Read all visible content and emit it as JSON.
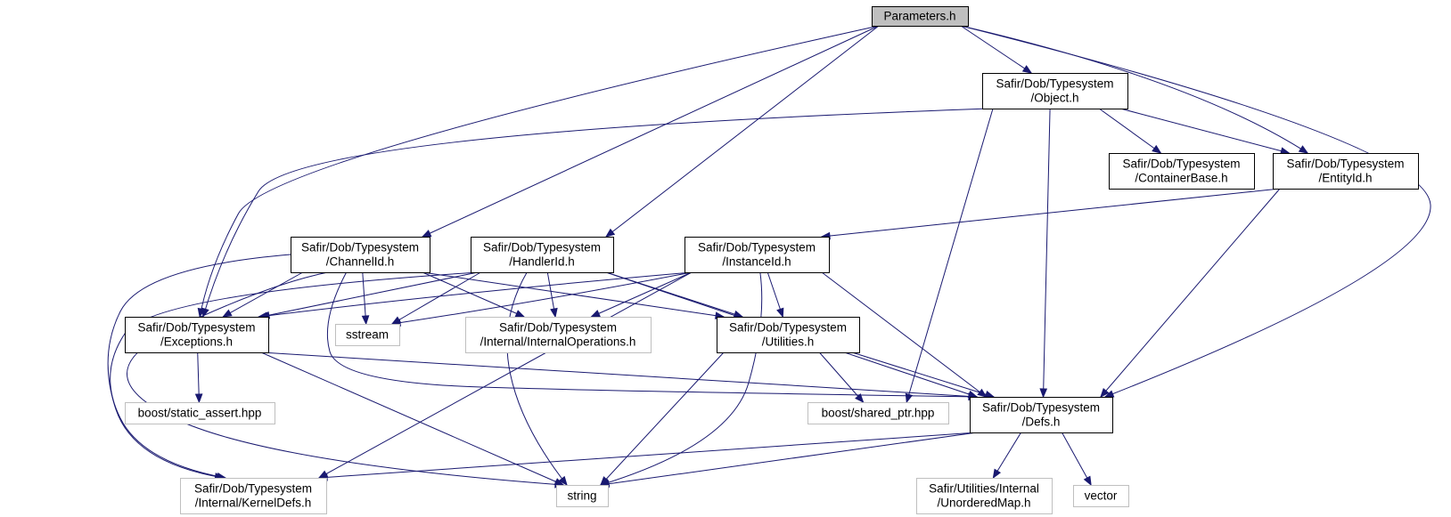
{
  "diagram": {
    "title": "Parameters.h",
    "nodes": [
      {
        "id": "parameters",
        "lines": [
          "Parameters.h"
        ],
        "kind": "root"
      },
      {
        "id": "object",
        "lines": [
          "Safir/Dob/Typesystem",
          "/Object.h"
        ],
        "kind": "local"
      },
      {
        "id": "containerbase",
        "lines": [
          "Safir/Dob/Typesystem",
          "/ContainerBase.h"
        ],
        "kind": "local"
      },
      {
        "id": "entityid",
        "lines": [
          "Safir/Dob/Typesystem",
          "/EntityId.h"
        ],
        "kind": "local"
      },
      {
        "id": "channelid",
        "lines": [
          "Safir/Dob/Typesystem",
          "/ChannelId.h"
        ],
        "kind": "local"
      },
      {
        "id": "handlerid",
        "lines": [
          "Safir/Dob/Typesystem",
          "/HandlerId.h"
        ],
        "kind": "local"
      },
      {
        "id": "instanceid",
        "lines": [
          "Safir/Dob/Typesystem",
          "/InstanceId.h"
        ],
        "kind": "local"
      },
      {
        "id": "exceptions",
        "lines": [
          "Safir/Dob/Typesystem",
          "/Exceptions.h"
        ],
        "kind": "local"
      },
      {
        "id": "sstream",
        "lines": [
          "sstream"
        ],
        "kind": "external"
      },
      {
        "id": "internalops",
        "lines": [
          "Safir/Dob/Typesystem",
          "/Internal/InternalOperations.h"
        ],
        "kind": "external"
      },
      {
        "id": "utilities",
        "lines": [
          "Safir/Dob/Typesystem",
          "/Utilities.h"
        ],
        "kind": "local"
      },
      {
        "id": "static_assert",
        "lines": [
          "boost/static_assert.hpp"
        ],
        "kind": "external"
      },
      {
        "id": "shared_ptr",
        "lines": [
          "boost/shared_ptr.hpp"
        ],
        "kind": "external"
      },
      {
        "id": "defs",
        "lines": [
          "Safir/Dob/Typesystem",
          "/Defs.h"
        ],
        "kind": "local"
      },
      {
        "id": "kerneldefs",
        "lines": [
          "Safir/Dob/Typesystem",
          "/Internal/KernelDefs.h"
        ],
        "kind": "external"
      },
      {
        "id": "string",
        "lines": [
          "string"
        ],
        "kind": "external"
      },
      {
        "id": "unorderedmap",
        "lines": [
          "Safir/Utilities/Internal",
          "/UnorderedMap.h"
        ],
        "kind": "external"
      },
      {
        "id": "vector",
        "lines": [
          "vector"
        ],
        "kind": "external"
      }
    ],
    "edges": [
      [
        "parameters",
        "object"
      ],
      [
        "parameters",
        "entityid"
      ],
      [
        "parameters",
        "channelid"
      ],
      [
        "parameters",
        "handlerid"
      ],
      [
        "parameters",
        "exceptions"
      ],
      [
        "parameters",
        "defs"
      ],
      [
        "object",
        "containerbase"
      ],
      [
        "object",
        "entityid"
      ],
      [
        "object",
        "exceptions"
      ],
      [
        "object",
        "shared_ptr"
      ],
      [
        "object",
        "defs"
      ],
      [
        "entityid",
        "instanceid"
      ],
      [
        "entityid",
        "defs"
      ],
      [
        "channelid",
        "exceptions"
      ],
      [
        "channelid",
        "sstream"
      ],
      [
        "channelid",
        "internalops"
      ],
      [
        "channelid",
        "utilities"
      ],
      [
        "channelid",
        "defs"
      ],
      [
        "channelid",
        "kerneldefs"
      ],
      [
        "channelid",
        "string"
      ],
      [
        "handlerid",
        "exceptions"
      ],
      [
        "handlerid",
        "sstream"
      ],
      [
        "handlerid",
        "internalops"
      ],
      [
        "handlerid",
        "utilities"
      ],
      [
        "handlerid",
        "defs"
      ],
      [
        "handlerid",
        "kerneldefs"
      ],
      [
        "handlerid",
        "string"
      ],
      [
        "instanceid",
        "exceptions"
      ],
      [
        "instanceid",
        "sstream"
      ],
      [
        "instanceid",
        "internalops"
      ],
      [
        "instanceid",
        "utilities"
      ],
      [
        "instanceid",
        "defs"
      ],
      [
        "instanceid",
        "kerneldefs"
      ],
      [
        "instanceid",
        "string"
      ],
      [
        "exceptions",
        "static_assert"
      ],
      [
        "exceptions",
        "defs"
      ],
      [
        "exceptions",
        "string"
      ],
      [
        "utilities",
        "shared_ptr"
      ],
      [
        "utilities",
        "defs"
      ],
      [
        "utilities",
        "string"
      ],
      [
        "defs",
        "kerneldefs"
      ],
      [
        "defs",
        "string"
      ],
      [
        "defs",
        "unorderedmap"
      ],
      [
        "defs",
        "vector"
      ]
    ]
  },
  "colors": {
    "edge": "#191970",
    "root_fill": "#bfbfbf",
    "local_border": "#000000",
    "external_border": "#bfbfbf"
  }
}
